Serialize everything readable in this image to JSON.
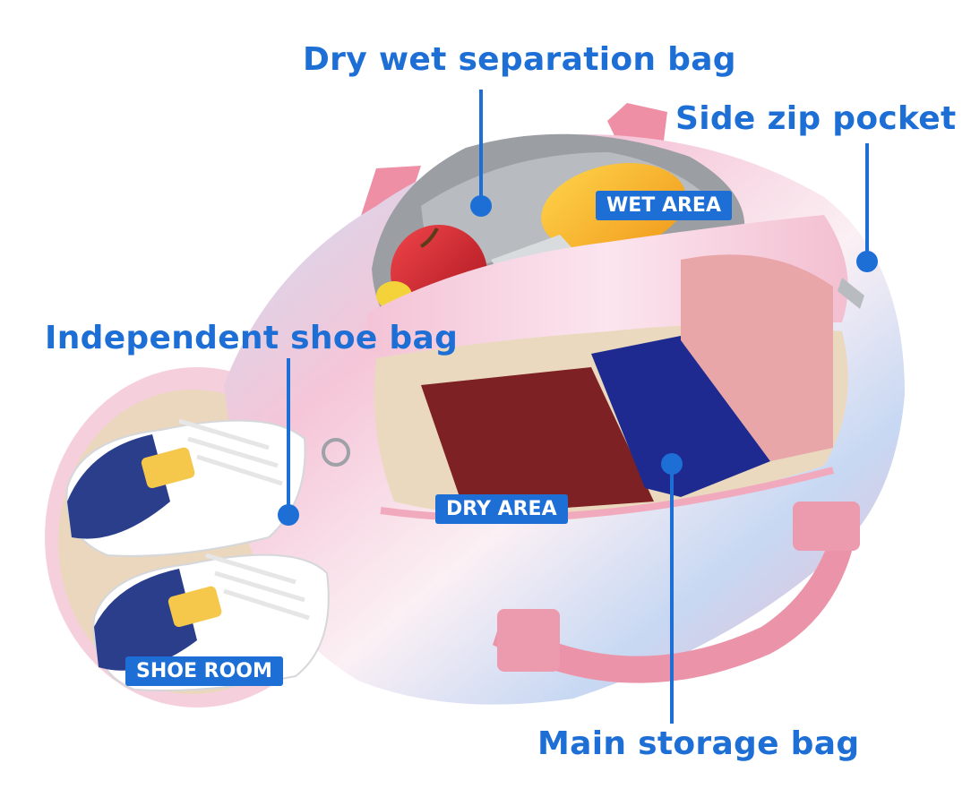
{
  "callouts": {
    "dry_wet": "Dry wet separation bag",
    "side_zip": "Side zip pocket",
    "shoe_bag": "Independent shoe bag",
    "main_storage": "Main storage bag"
  },
  "area_tags": {
    "wet": "WET AREA",
    "dry": "DRY AREA",
    "shoe": "SHOE ROOM"
  },
  "colors": {
    "accent_blue": "#1d6fd6",
    "bag_pink": "#f2b8cc",
    "bag_blue": "#bcd6f2",
    "strap_pink": "#e98aa1",
    "lining_beige": "#eddcc3"
  }
}
